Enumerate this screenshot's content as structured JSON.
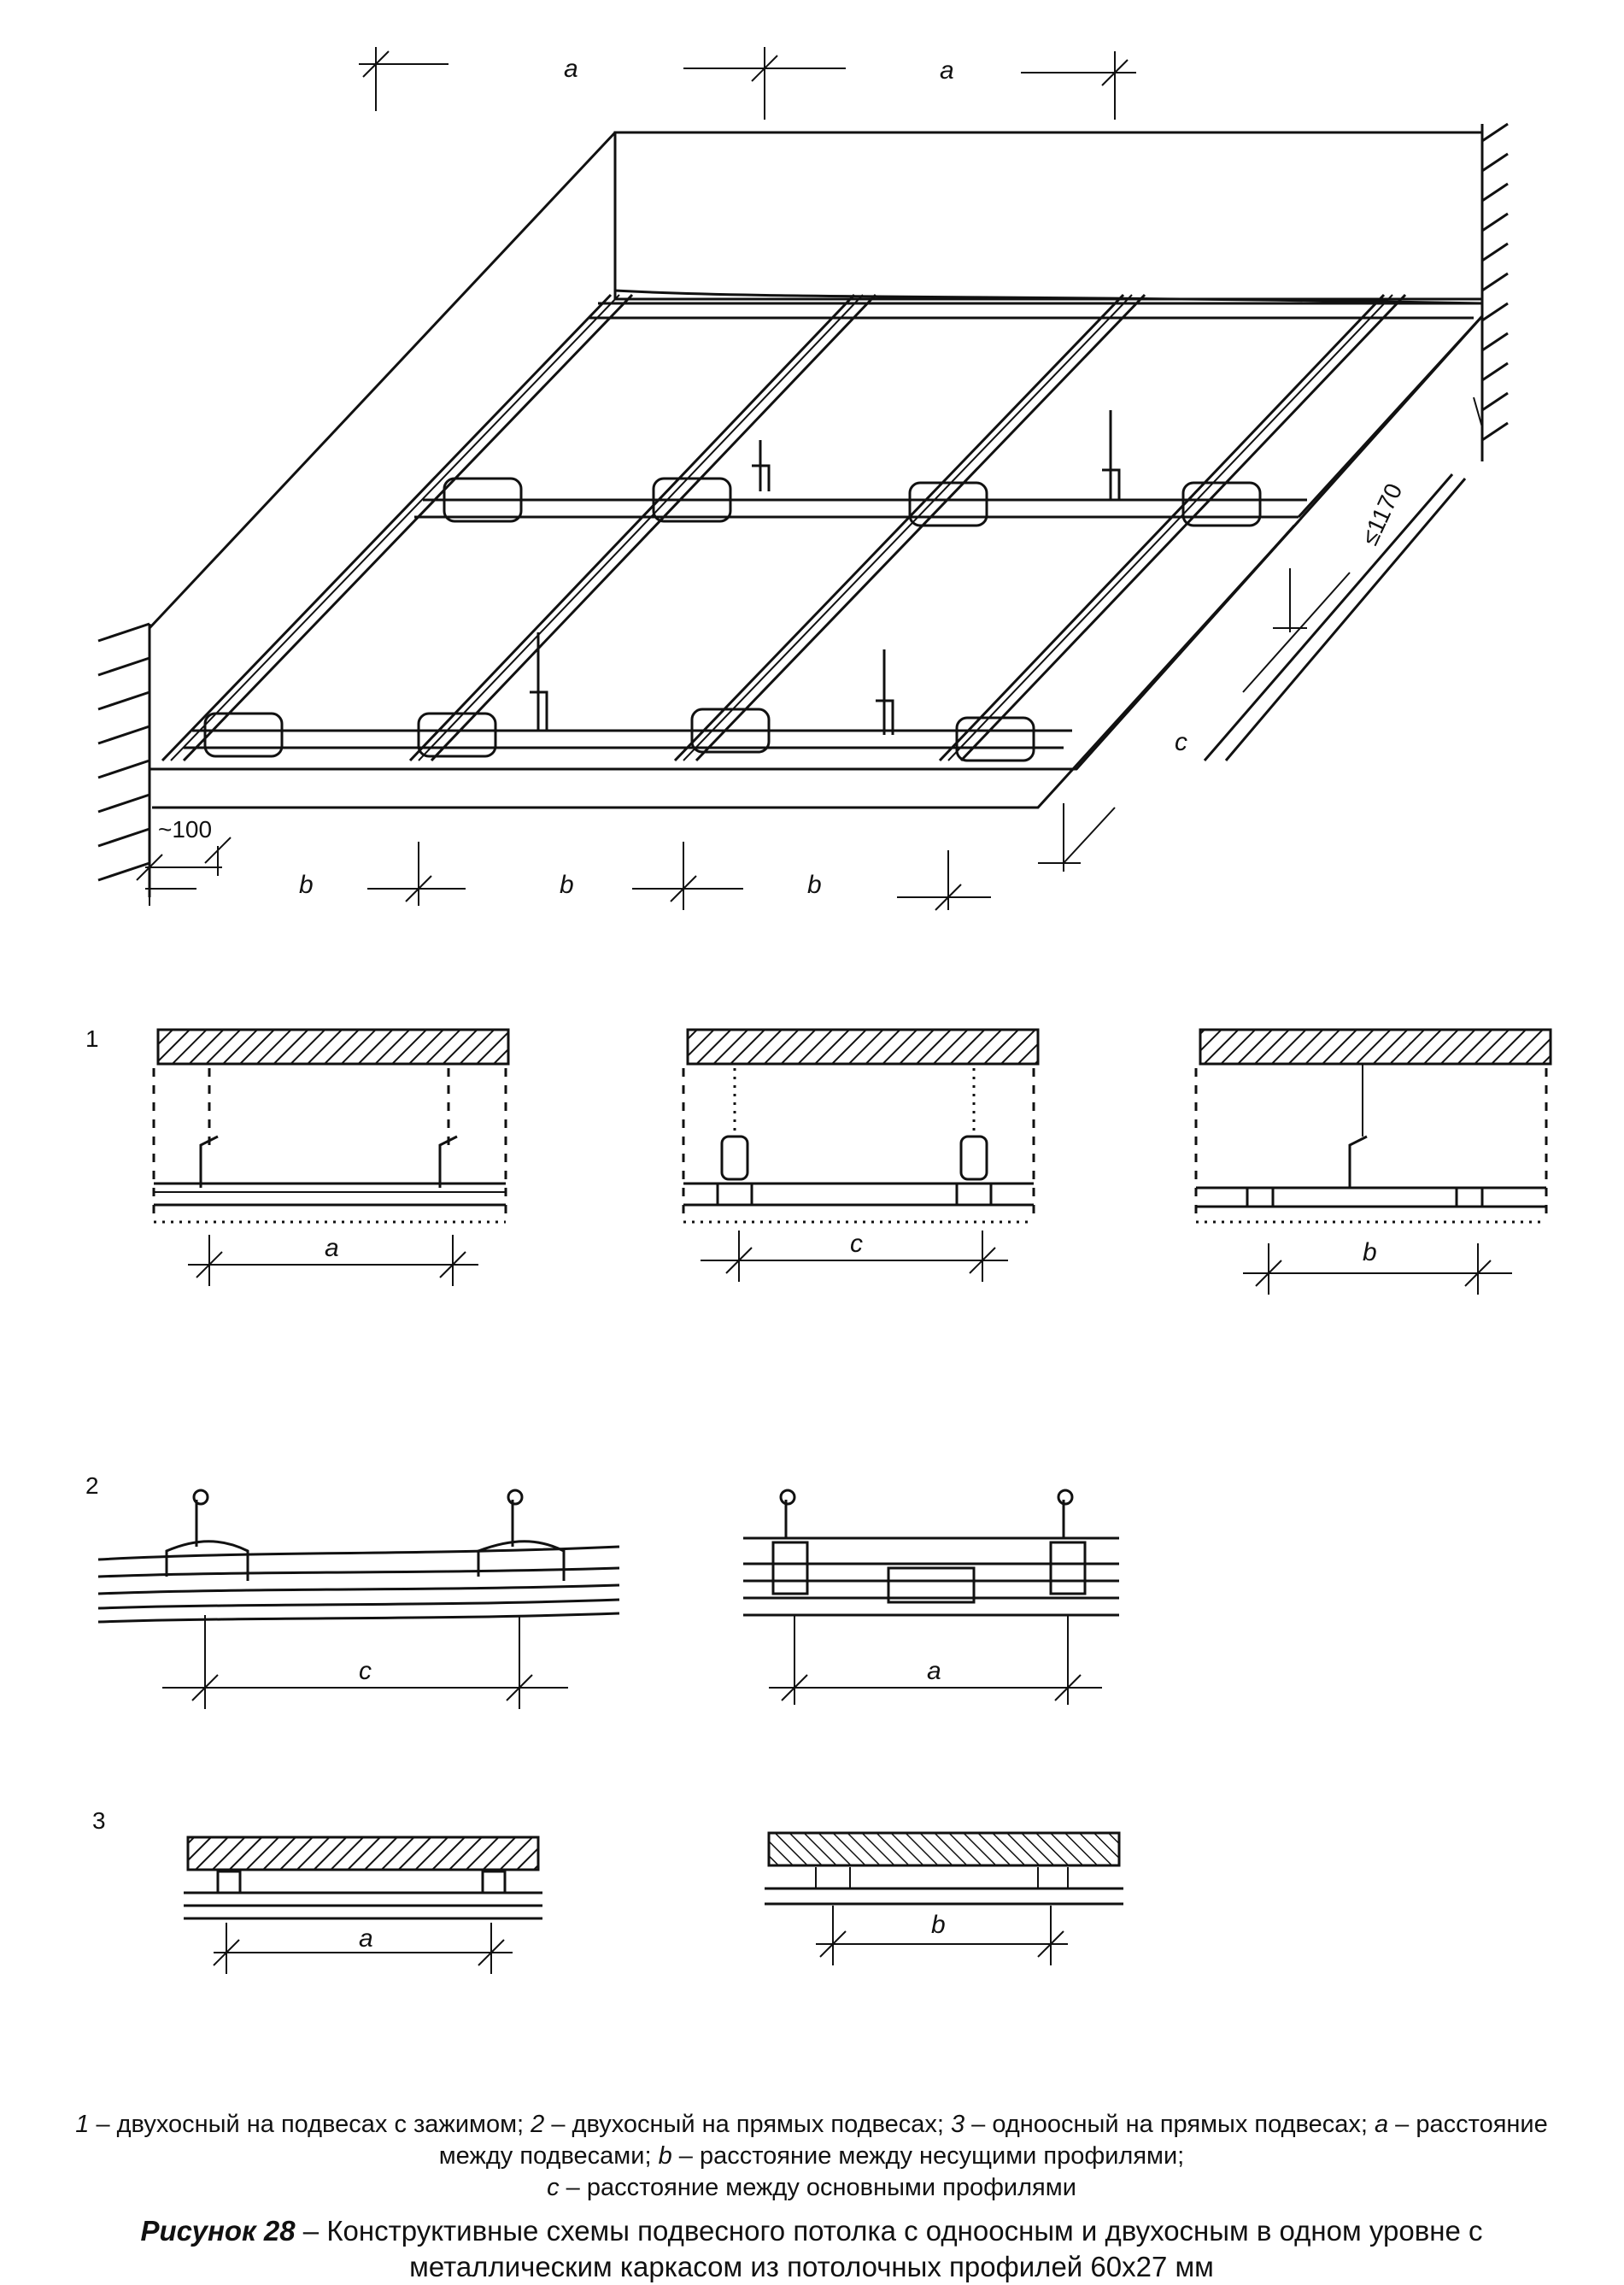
{
  "top_view": {
    "dim_a_1": "a",
    "dim_a_2": "a",
    "dim_b_1": "b",
    "dim_b_2": "b",
    "dim_b_3": "b",
    "dim_c": "c",
    "dim_100": "~100",
    "dim_1170": "≤1170"
  },
  "section_1": {
    "number": "1",
    "dims": [
      "a",
      "c",
      "b"
    ]
  },
  "section_2": {
    "number": "2",
    "dims": [
      "c",
      "a"
    ]
  },
  "section_3": {
    "number": "3",
    "dims": [
      "a",
      "b"
    ]
  },
  "legend": {
    "n1": "1",
    "t1": " – двухосный на подвесах с зажимом; ",
    "n2": "2",
    "t2": " – двухосный на прямых подвесах; ",
    "n3": "3",
    "t3": " – одноосный на прямых подвесах; ",
    "va": "a",
    "ta": " – расстояние между подвесами; ",
    "vb": "b",
    "tb": " – расстояние между несущими профилями;",
    "vc": "c",
    "tc": " – расстояние между основными профилями"
  },
  "caption": {
    "label": "Рисунок 28",
    "text": " – Конструктивные схемы подвесного потолка с одноосным и двухосным в одном уровне с металлическим каркасом из потолочных профилей 60x27 мм"
  }
}
